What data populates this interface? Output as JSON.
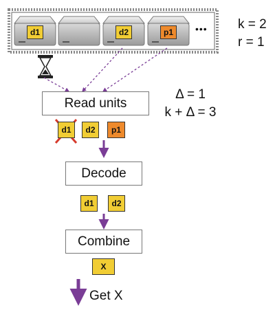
{
  "params": {
    "k": "k = 2",
    "r": "r = 1"
  },
  "annotation": {
    "delta": "Δ = 1",
    "k_plus_delta": "k + Δ = 3"
  },
  "servers": [
    {
      "label": "d1",
      "kind": "data"
    },
    {
      "label": "",
      "kind": "empty"
    },
    {
      "label": "d2",
      "kind": "data"
    },
    {
      "label": "p1",
      "kind": "parity"
    }
  ],
  "ellipsis": "•••",
  "steps": {
    "read": "Read units",
    "decode": "Decode",
    "combine": "Combine",
    "result": "Get X"
  },
  "read_units": [
    {
      "label": "d1",
      "kind": "data",
      "cancelled": true
    },
    {
      "label": "d2",
      "kind": "data"
    },
    {
      "label": "p1",
      "kind": "parity"
    }
  ],
  "decoded_units": [
    {
      "label": "d1",
      "kind": "data"
    },
    {
      "label": "d2",
      "kind": "data"
    }
  ],
  "combined_unit": {
    "label": "X",
    "kind": "data"
  },
  "colors": {
    "data": "#f1cd34",
    "parity": "#ee8a2c",
    "arrow": "#7a3d96",
    "cancel": "#d63a2c",
    "frame": "#888888"
  }
}
